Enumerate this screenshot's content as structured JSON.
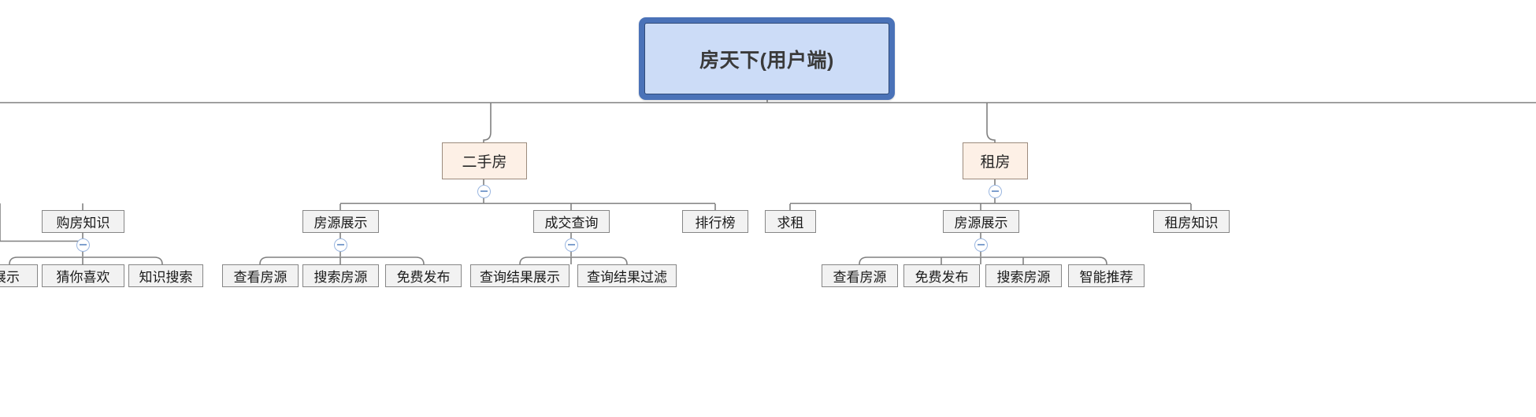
{
  "diagram": {
    "title": "房天下(用户端)",
    "type": "mindmap-tree",
    "orientation": "top-down",
    "colors": {
      "root_border": "#4a72b8",
      "root_fill": "#ccdcf7",
      "level2_fill": "#fdf0e6",
      "level2_border": "#9c8b7d",
      "node_fill": "#f2f2f2",
      "node_border": "#868686",
      "connector": "#808080",
      "toggle_border": "#9ab6e0",
      "background": "#ffffff"
    },
    "toggle_icon": "collapse-minus-icon"
  },
  "nodes": {
    "root": {
      "label": "房天下(用户端)",
      "level": 0
    },
    "l2": [
      {
        "id": "ershoufang",
        "label": "二手房",
        "level": 2
      },
      {
        "id": "zufang",
        "label": "租房",
        "level": 2
      }
    ],
    "l3": [
      {
        "id": "goufangzhishi",
        "label": "购房知识",
        "level": 3,
        "parent": "clipped-left"
      },
      {
        "id": "fangyuanzhanshi-1",
        "label": "房源展示",
        "level": 3,
        "parent": "ershoufang"
      },
      {
        "id": "chengjiaochaxun",
        "label": "成交查询",
        "level": 3,
        "parent": "ershoufang"
      },
      {
        "id": "paihangbang",
        "label": "排行榜",
        "level": 3,
        "parent": "ershoufang"
      },
      {
        "id": "qiuzu",
        "label": "求租",
        "level": 3,
        "parent": "zufang"
      },
      {
        "id": "fangyuanzhanshi-2",
        "label": "房源展示",
        "level": 3,
        "parent": "zufang"
      },
      {
        "id": "zufangzhishi",
        "label": "租房知识",
        "level": 3,
        "parent": "zufang"
      }
    ],
    "leaves": [
      {
        "id": "zhanshi",
        "label": "展示",
        "parent": "goufangzhishi",
        "clipped": true
      },
      {
        "id": "cainixihuan",
        "label": "猜你喜欢",
        "parent": "goufangzhishi"
      },
      {
        "id": "zhishisousuo",
        "label": "知识搜索",
        "parent": "goufangzhishi"
      },
      {
        "id": "chakanfangyuan-1",
        "label": "查看房源",
        "parent": "fangyuanzhanshi-1"
      },
      {
        "id": "sousuofangyuan-1",
        "label": "搜索房源",
        "parent": "fangyuanzhanshi-1"
      },
      {
        "id": "mianfeifabu-1",
        "label": "免费发布",
        "parent": "fangyuanzhanshi-1"
      },
      {
        "id": "chaxunjieguozhanshi",
        "label": "查询结果展示",
        "parent": "chengjiaochaxun"
      },
      {
        "id": "chaxunjieguoguolv",
        "label": "查询结果过滤",
        "parent": "chengjiaochaxun"
      },
      {
        "id": "chakanfangyuan-2",
        "label": "查看房源",
        "parent": "fangyuanzhanshi-2"
      },
      {
        "id": "mianfeifabu-2",
        "label": "免费发布",
        "parent": "fangyuanzhanshi-2"
      },
      {
        "id": "sousuofangyuan-2",
        "label": "搜索房源",
        "parent": "fangyuanzhanshi-2"
      },
      {
        "id": "zhinengtuijian",
        "label": "智能推荐",
        "parent": "fangyuanzhanshi-2"
      }
    ]
  }
}
